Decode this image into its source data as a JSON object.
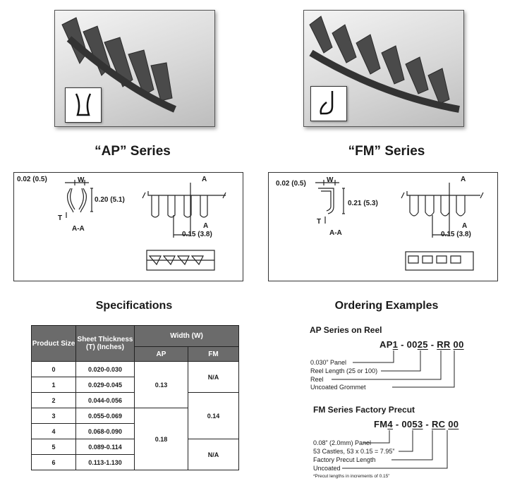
{
  "series": {
    "ap_title": "“AP” Series",
    "fm_title": "“FM” Series"
  },
  "ap_diagram": {
    "thickness": "0.02 (0.5)",
    "width": "W",
    "height": "0.20 (5.1)",
    "t": "T",
    "section": "A-A",
    "a_top": "A",
    "a_bottom": "A",
    "pitch": "0.15 (3.8)"
  },
  "fm_diagram": {
    "thickness": "0.02 (0.5)",
    "width": "W",
    "height": "0.21 (5.3)",
    "t": "T",
    "section": "A-A",
    "a_top": "A",
    "a_bottom": "A",
    "pitch": "0.15 (3.8)"
  },
  "specs": {
    "title": "Specifications",
    "col_product": "Product Size",
    "col_sheet": "Sheet Thickness (T) (Inches)",
    "col_width": "Width (W)",
    "col_ap": "AP",
    "col_fm": "FM",
    "rows": [
      {
        "size": "0",
        "thickness": "0.020-0.030"
      },
      {
        "size": "1",
        "thickness": "0.029-0.045"
      },
      {
        "size": "2",
        "thickness": "0.044-0.056"
      },
      {
        "size": "3",
        "thickness": "0.055-0.069"
      },
      {
        "size": "4",
        "thickness": "0.068-0.090"
      },
      {
        "size": "5",
        "thickness": "0.089-0.114"
      },
      {
        "size": "6",
        "thickness": "0.113-1.130"
      }
    ],
    "ap_group_1": "0.13",
    "ap_group_2": "0.18",
    "fm_group_1": "N/A",
    "fm_group_2": "0.14",
    "fm_group_3": "N/A"
  },
  "ordering": {
    "title": "Ordering Examples",
    "ap": {
      "heading": "AP Series on Reel",
      "code_a": "AP",
      "code_a_u": "1",
      "code_sep1": " - 00",
      "code_b_u": "25",
      "code_sep2": " - ",
      "code_c_u": "RR",
      "code_sep3": " ",
      "code_d_u": "00",
      "items": [
        "0.030” Panel",
        "Reel Length (25 or 100)",
        "Reel",
        "Uncoated Grommet"
      ]
    },
    "fm": {
      "heading": "FM Series Factory Precut",
      "code_a": "FM",
      "code_a_u": "4",
      "code_sep1": " - 00",
      "code_b_u": "53",
      "code_sep2": " - ",
      "code_c_u": "RC",
      "code_sep3": " ",
      "code_d_u": "00",
      "items": [
        "0.08” (2.0mm) Panel",
        "53 Castles, 53 x 0.15 = 7.95”",
        "Factory Precut Length",
        "Uncoated"
      ],
      "note": "*Precut lengths in increments of 0.15”"
    }
  }
}
